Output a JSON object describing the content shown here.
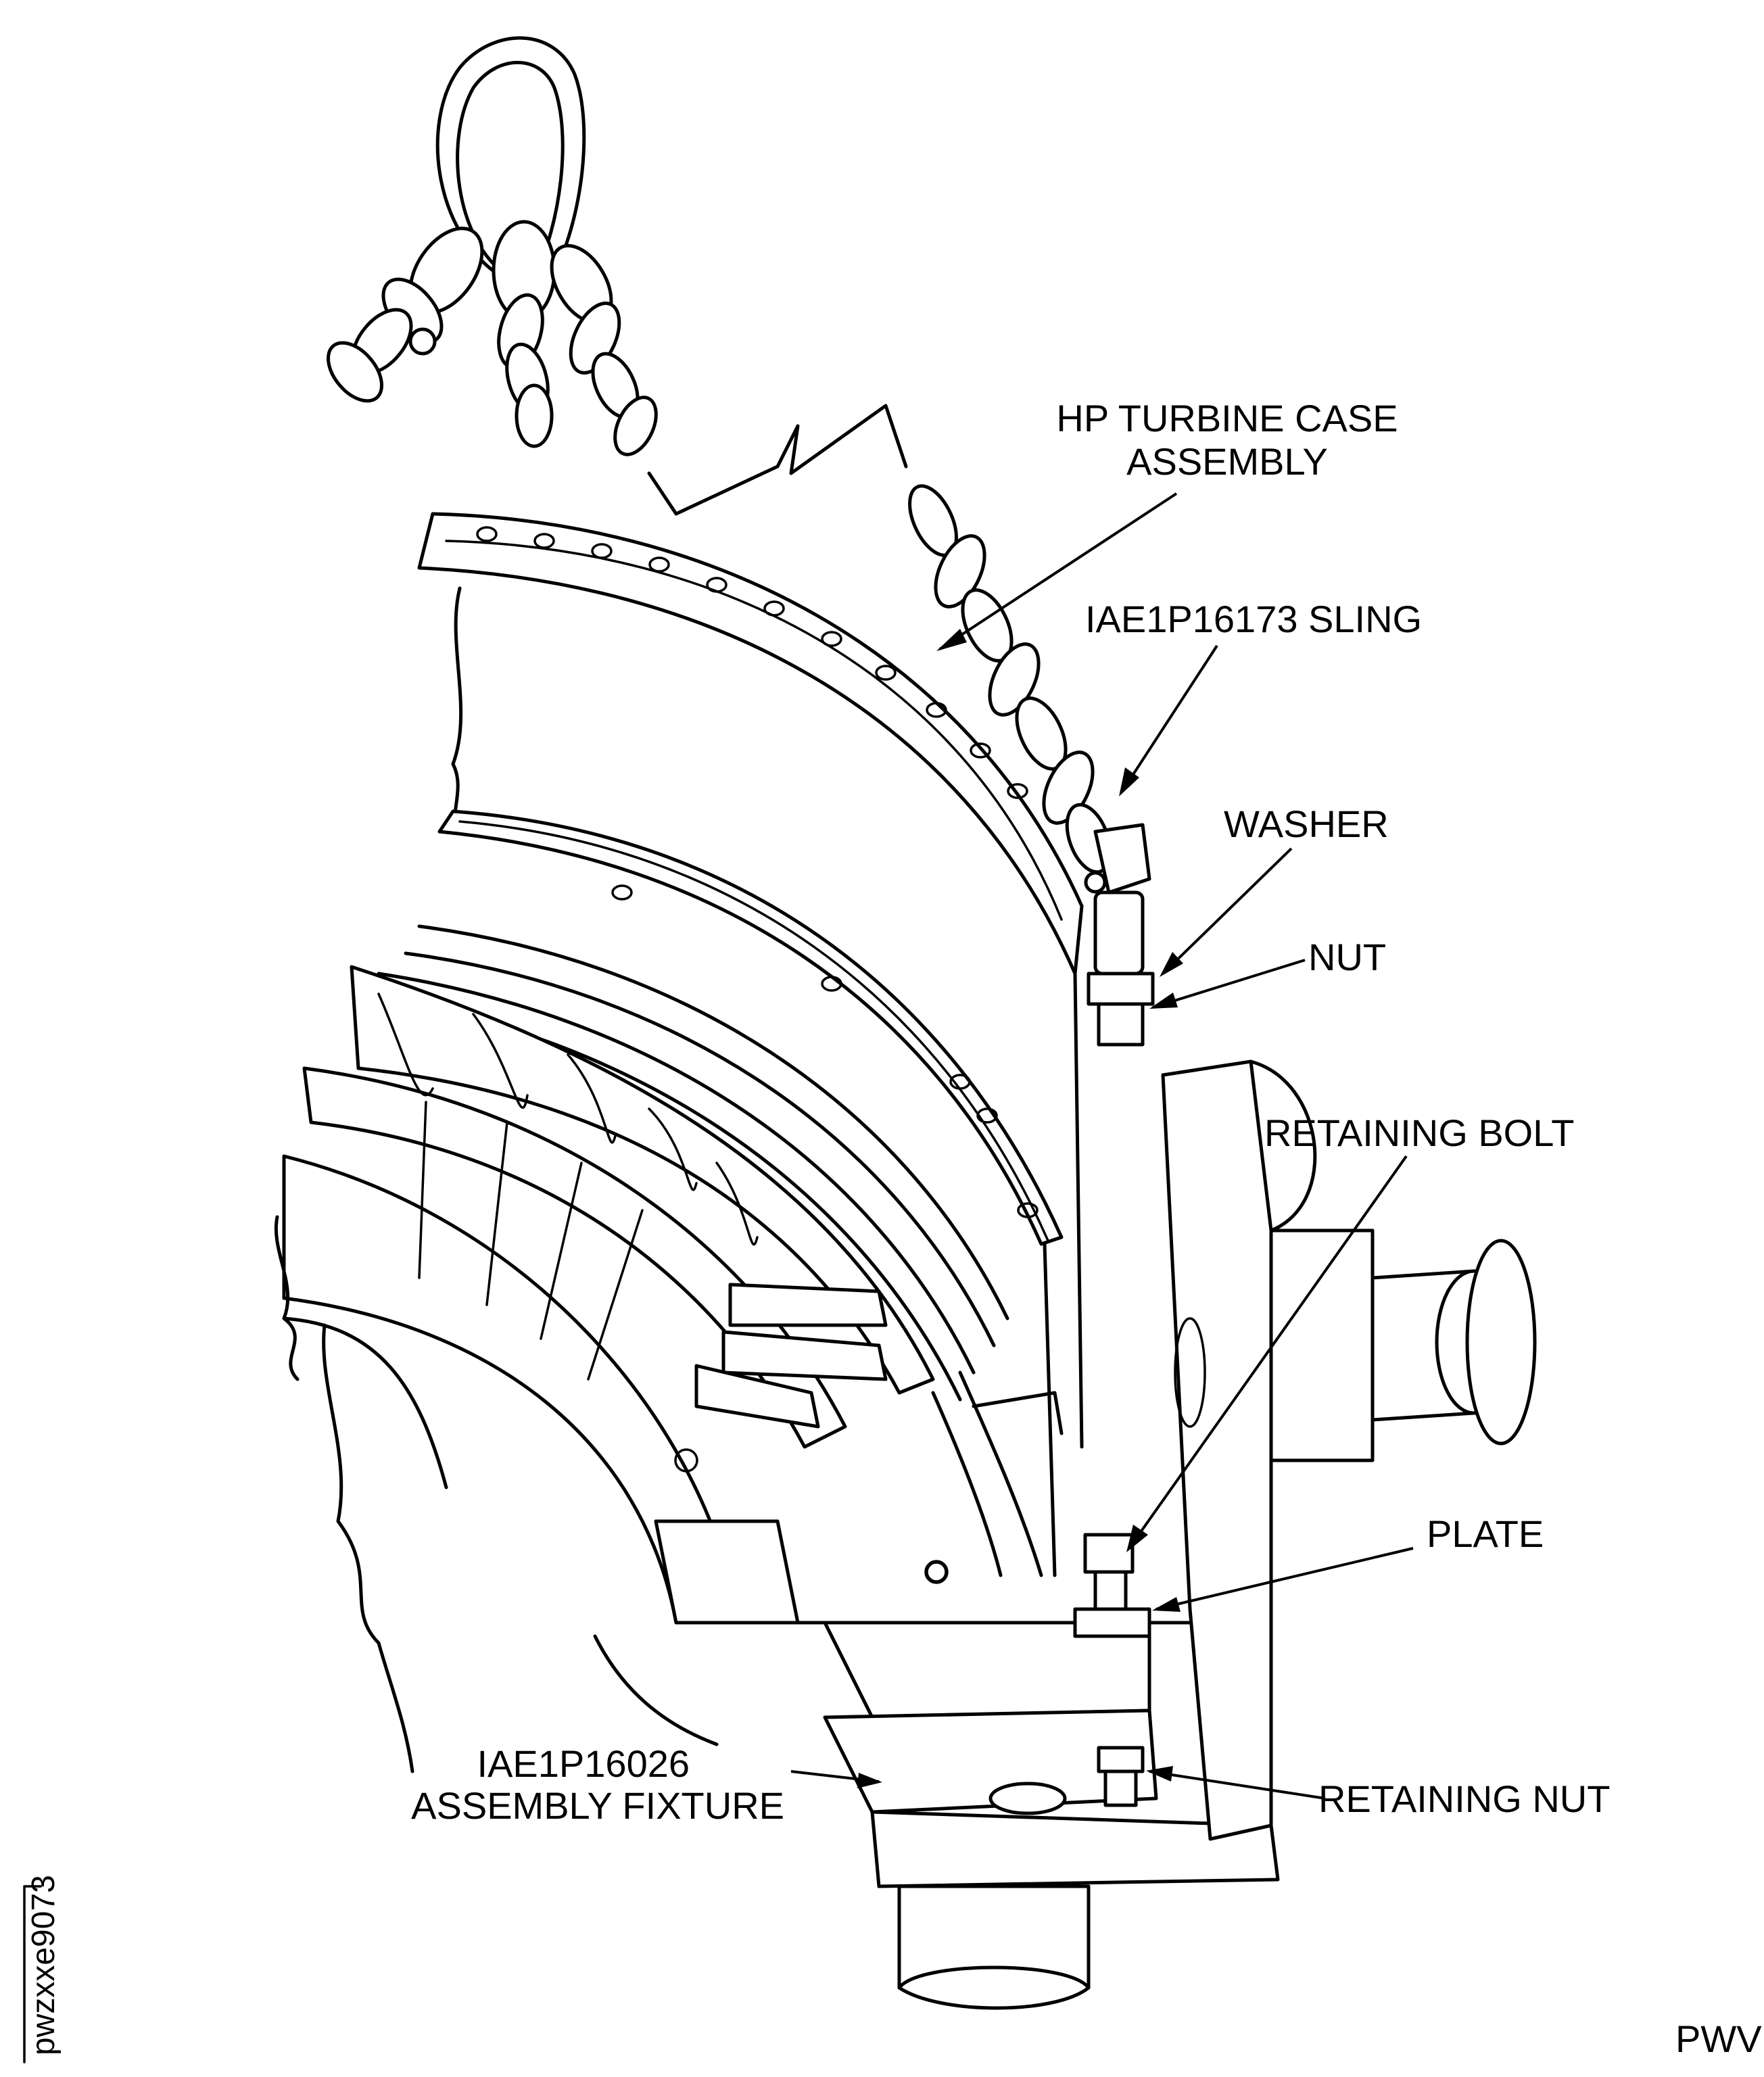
{
  "labels": {
    "hp_turbine_case_line1": "HP TURBINE CASE",
    "hp_turbine_case_line2": "ASSEMBLY",
    "sling": "IAE1P16173 SLING",
    "washer": "WASHER",
    "nut": "NUT",
    "retaining_bolt": "RETAINING BOLT",
    "plate": "PLATE",
    "fixture_line1": "IAE1P16026",
    "fixture_line2": "ASSEMBLY FIXTURE",
    "retaining_nut": "RETAINING NUT"
  },
  "figure_id": "pwzxxe9073",
  "corner_mark": "PWV"
}
